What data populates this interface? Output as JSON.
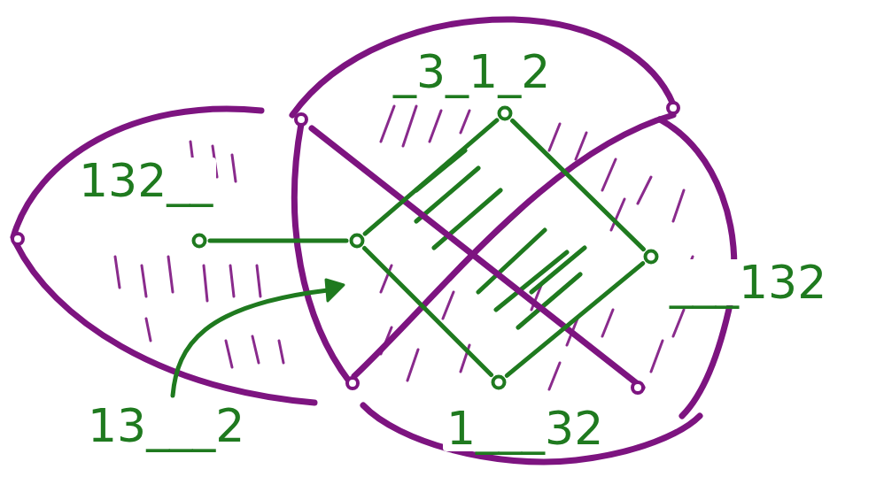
{
  "diagram": {
    "nodes": [
      {
        "text": [
          "132__"
        ]
      },
      {
        "text": [
          "13___2"
        ]
      },
      {
        "text": [
          "_3_1_2"
        ]
      },
      {
        "text": [
          "___132"
        ]
      },
      {
        "text": [
          "1___32"
        ]
      }
    ],
    "edges": [
      {
        "from": 0,
        "to": 1,
        "arrow": "none"
      },
      {
        "from": 1,
        "to": 2,
        "arrow": "none"
      },
      {
        "from": 2,
        "to": 3,
        "arrow": "none"
      },
      {
        "from": 1,
        "to": 4,
        "arrow": "none"
      },
      {
        "from": 4,
        "to": 3,
        "arrow": "none"
      }
    ]
  }
}
